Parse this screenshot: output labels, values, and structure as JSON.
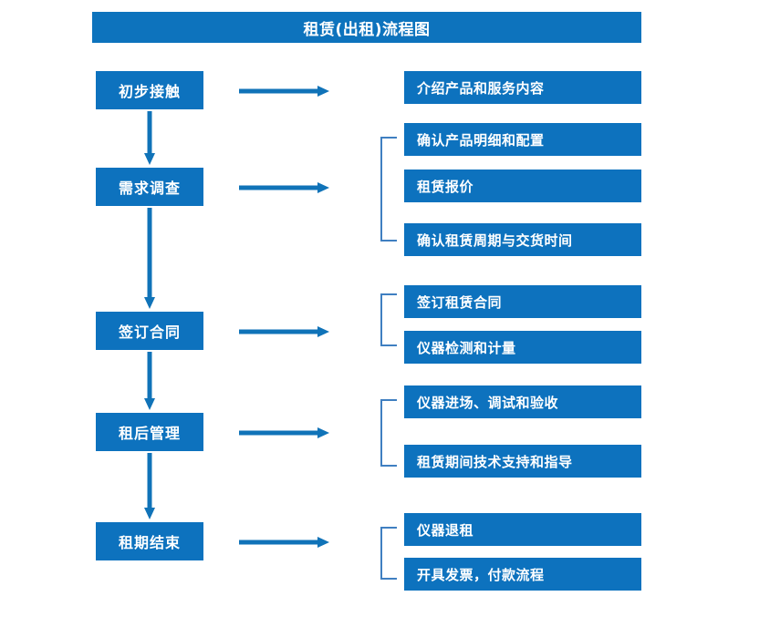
{
  "title": "租赁(出租)流程图",
  "colors": {
    "title_bar": "#0d73bd",
    "box": "#0d72be",
    "arrow": "#1073b8",
    "bracket": "#3f7fc1",
    "text": "#ffffff",
    "background": "#ffffff"
  },
  "chart_data": {
    "type": "diagram",
    "title": "租赁(出租)流程图",
    "stages": [
      {
        "label": "初步接触",
        "details": [
          "介绍产品和服务内容"
        ],
        "grouped": false
      },
      {
        "label": "需求调查",
        "details": [
          "确认产品明细和配置",
          "租赁报价",
          "确认租赁周期与交货时间"
        ],
        "grouped": true
      },
      {
        "label": "签订合同",
        "details": [
          "签订租赁合同",
          "仪器检测和计量"
        ],
        "grouped": true
      },
      {
        "label": "租后管理",
        "details": [
          "仪器进场、调试和验收",
          "租赁期间技术支持和指导"
        ],
        "grouped": true
      },
      {
        "label": "租期结束",
        "details": [
          "仪器退租",
          "开具发票，付款流程"
        ],
        "grouped": true
      }
    ]
  },
  "stages": [
    {
      "label": "初步接触"
    },
    {
      "label": "需求调查"
    },
    {
      "label": "签订合同"
    },
    {
      "label": "租后管理"
    },
    {
      "label": "租期结束"
    }
  ],
  "details": [
    {
      "label": "介绍产品和服务内容"
    },
    {
      "label": "确认产品明细和配置"
    },
    {
      "label": "租赁报价"
    },
    {
      "label": "确认租赁周期与交货时间"
    },
    {
      "label": "签订租赁合同"
    },
    {
      "label": "仪器检测和计量"
    },
    {
      "label": "仪器进场、调试和验收"
    },
    {
      "label": "租赁期间技术支持和指导"
    },
    {
      "label": "仪器退租"
    },
    {
      "label": "开具发票，付款流程"
    }
  ]
}
